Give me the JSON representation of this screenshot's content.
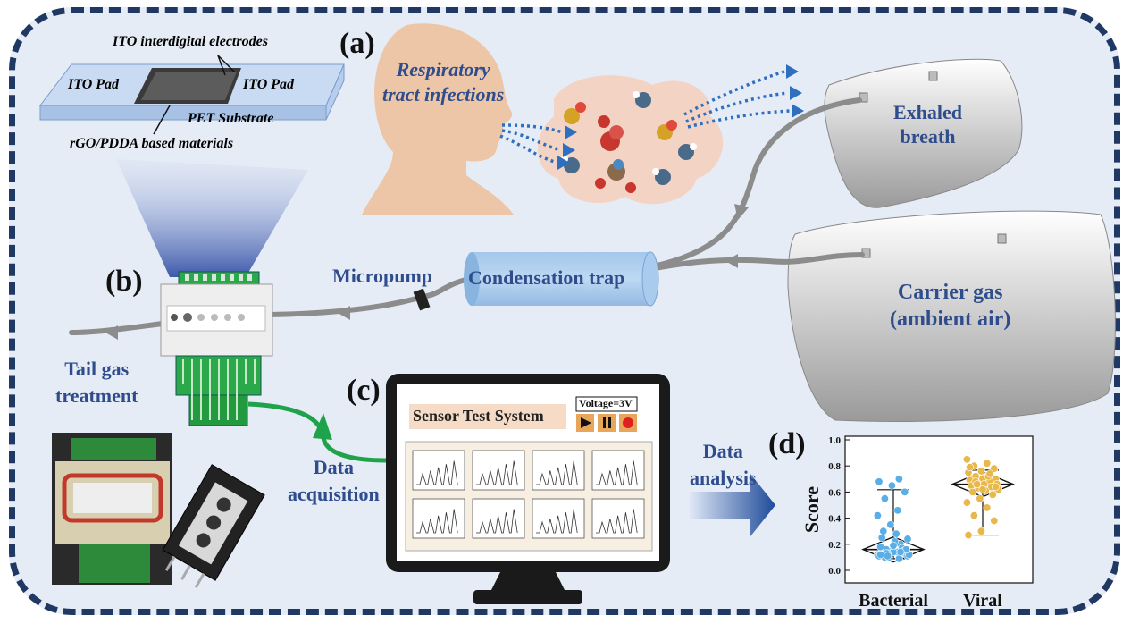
{
  "panels": {
    "a": "(a)",
    "b": "(b)",
    "c": "(c)",
    "d": "(d)"
  },
  "sensor_chip": {
    "electrodes": "ITO interdigital electrodes",
    "pad_left": "ITO Pad",
    "pad_right": "ITO Pad",
    "substrate": "PET Substrate",
    "material": "rGO/PDDA based materials"
  },
  "flow": {
    "infection": [
      "Respiratory",
      "tract infections"
    ],
    "exhaled": [
      "Exhaled",
      "breath"
    ],
    "carrier": [
      "Carrier gas",
      "(ambient air)"
    ],
    "trap": "Condensation trap",
    "pump": "Micropump",
    "tail": [
      "Tail gas",
      "treatment"
    ],
    "acquisition": [
      "Data",
      "acquisition"
    ],
    "analysis": [
      "Data",
      "analysis"
    ]
  },
  "monitor": {
    "title": "Sensor Test System",
    "voltage": "Voltage=3V"
  },
  "chart_data": {
    "type": "scatter",
    "title": "",
    "xlabel": "",
    "ylabel": "Score",
    "categories": [
      "Bacterial",
      "Viral"
    ],
    "ylim": [
      0.0,
      1.0
    ],
    "yticks": [
      "0.0",
      "0.2",
      "0.4",
      "0.6",
      "0.8",
      "1.0"
    ],
    "series": [
      {
        "values": [
          0.12,
          0.14,
          0.1,
          0.13,
          0.15,
          0.11,
          0.09,
          0.16,
          0.12,
          0.14,
          0.18,
          0.2,
          0.13,
          0.11,
          0.22,
          0.25,
          0.17,
          0.1,
          0.12,
          0.28,
          0.3,
          0.15,
          0.35,
          0.42,
          0.46,
          0.55,
          0.6,
          0.65,
          0.68,
          0.7,
          0.13,
          0.16,
          0.19,
          0.12,
          0.14,
          0.11,
          0.24
        ]
      },
      {
        "values": [
          0.85,
          0.82,
          0.8,
          0.78,
          0.76,
          0.75,
          0.73,
          0.72,
          0.7,
          0.7,
          0.69,
          0.68,
          0.67,
          0.66,
          0.66,
          0.65,
          0.64,
          0.63,
          0.62,
          0.61,
          0.6,
          0.58,
          0.55,
          0.52,
          0.48,
          0.42,
          0.38,
          0.3,
          0.27,
          0.72,
          0.68,
          0.64,
          0.62,
          0.79,
          0.74,
          0.66
        ]
      }
    ],
    "colors": [
      "#5aaee6",
      "#e8b84a"
    ]
  }
}
